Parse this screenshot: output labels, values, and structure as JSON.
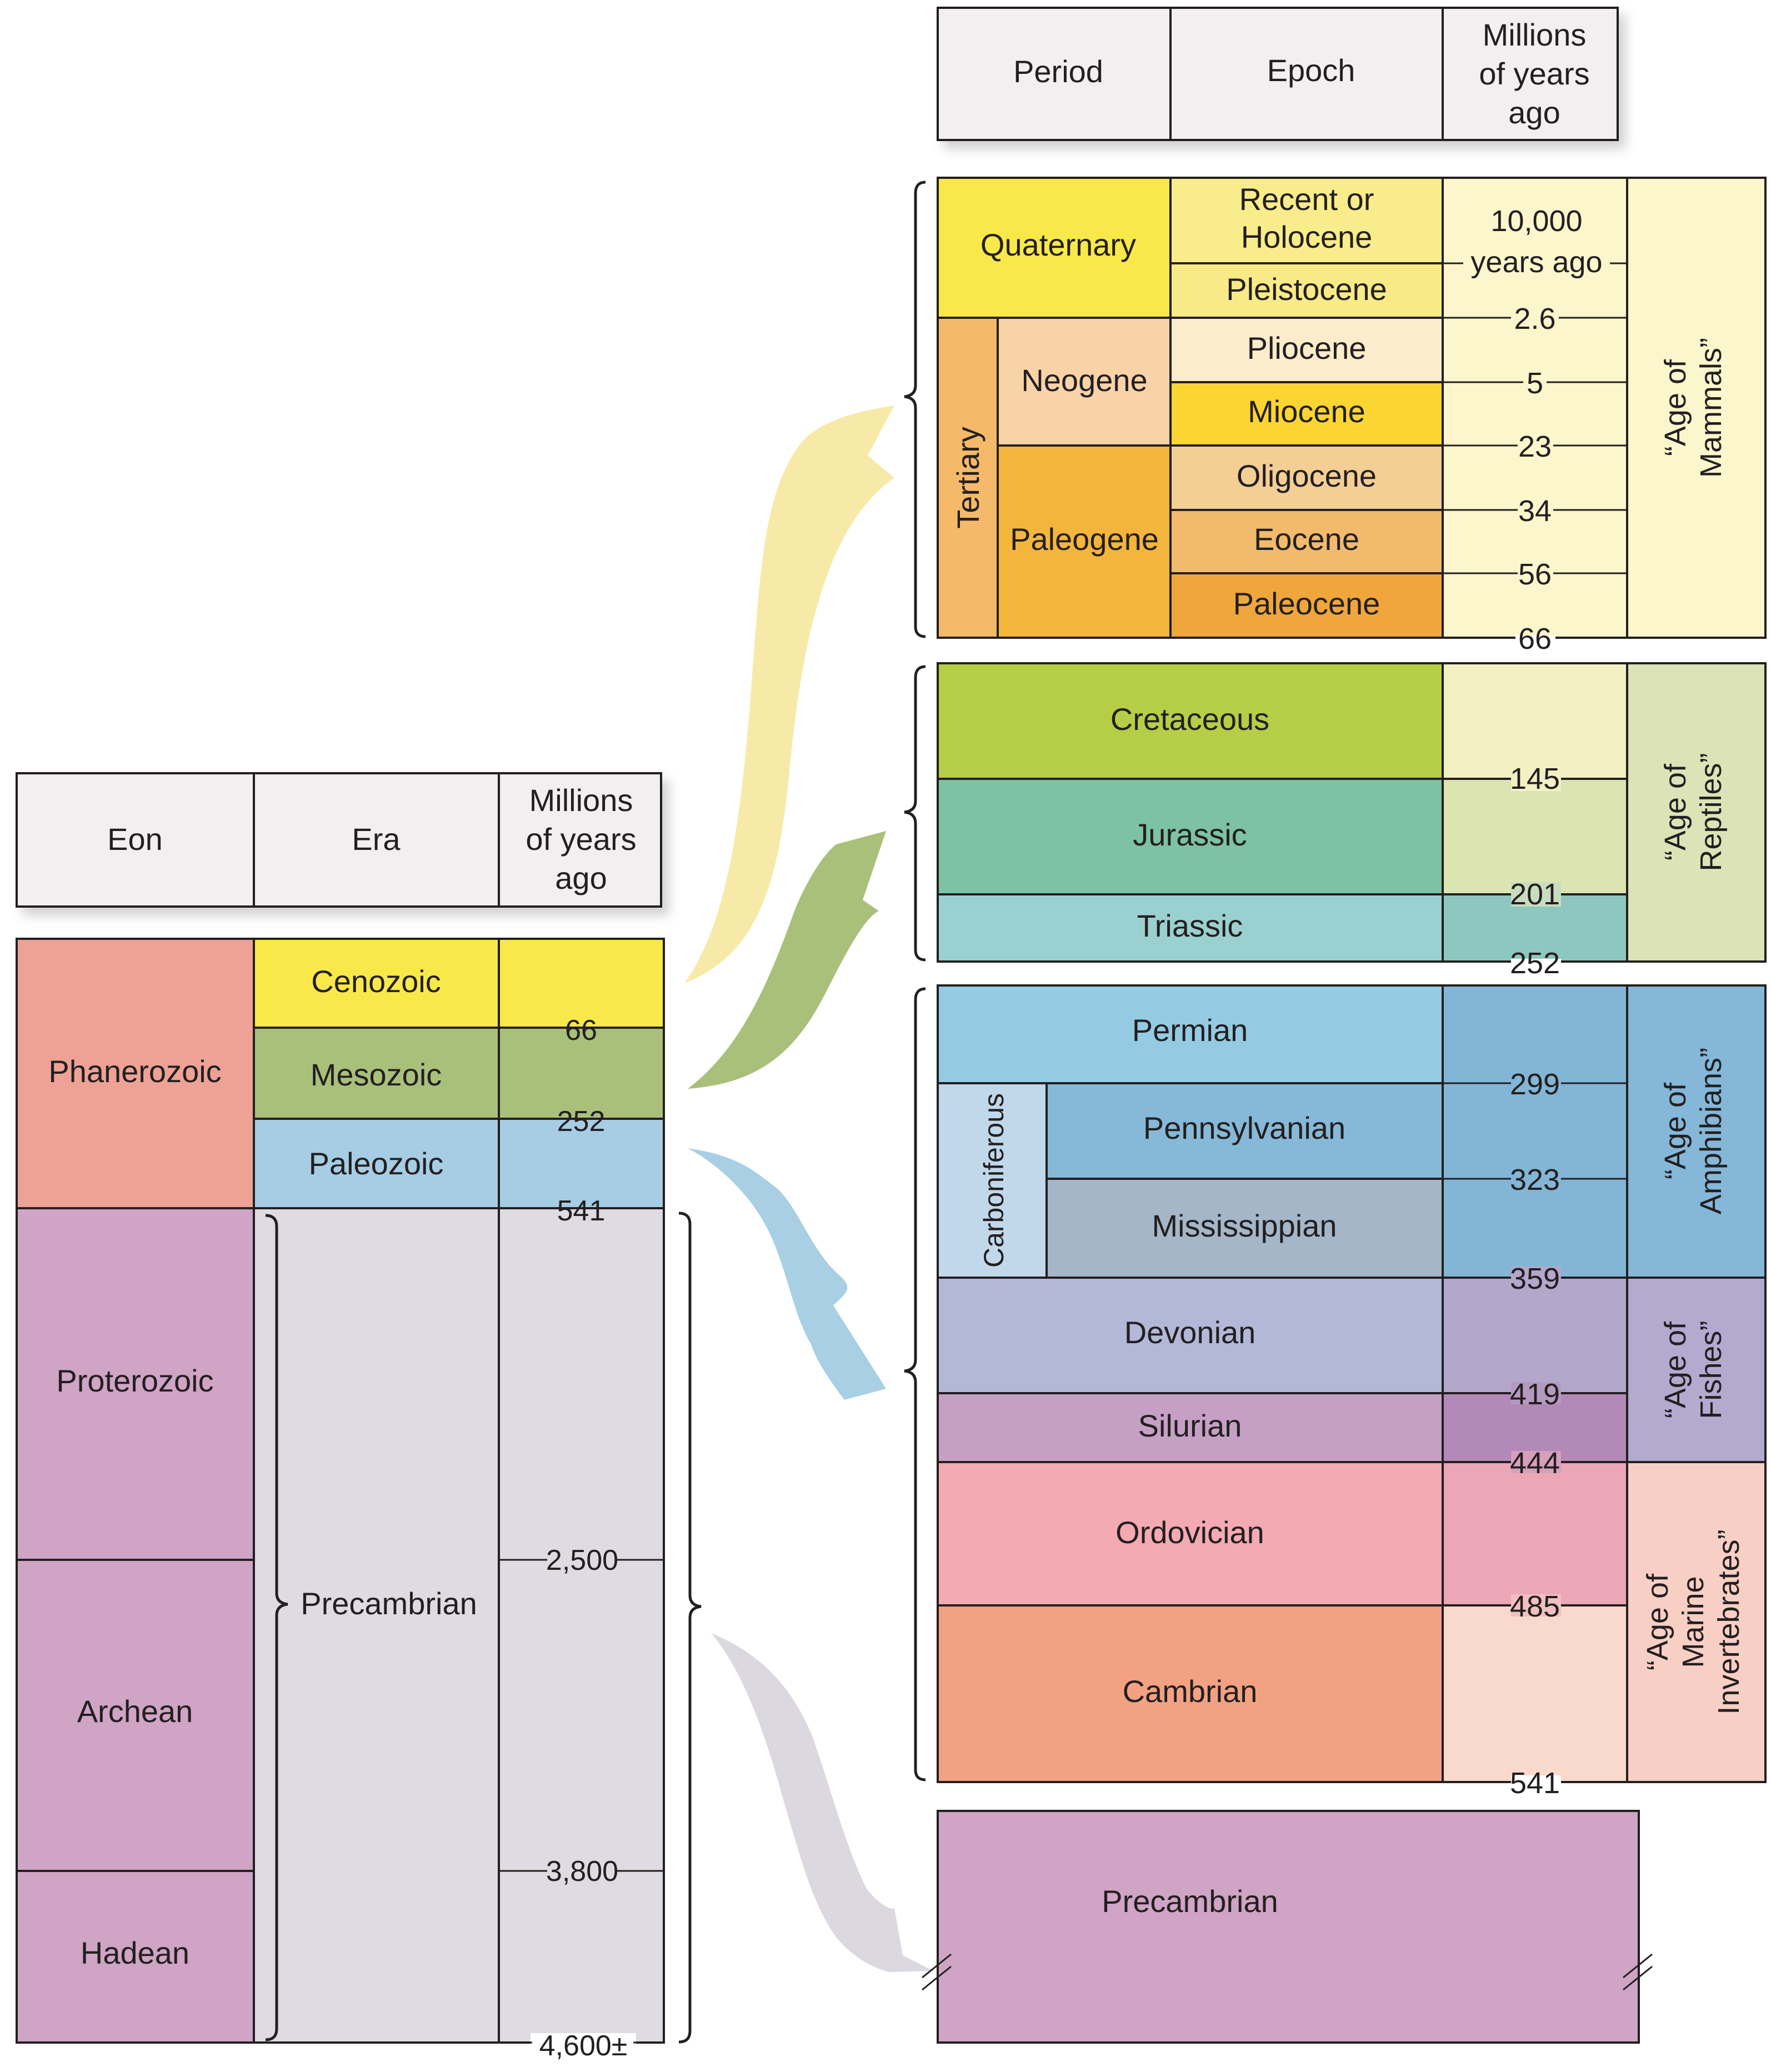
{
  "left_table": {
    "headers": [
      "Eon",
      "Era",
      "Millions",
      "of years",
      "ago"
    ],
    "eons": [
      {
        "label": "Phanerozoic",
        "color": "#eda295"
      },
      {
        "label": "Proterozoic",
        "color": "#cfa4c5"
      },
      {
        "label": "Archean",
        "color": "#cfa4c5"
      },
      {
        "label": "Hadean",
        "color": "#cfa4c5"
      }
    ],
    "eras": [
      {
        "label": "Cenozoic",
        "color": "#f8e84a"
      },
      {
        "label": "Mesozoic",
        "color": "#a9c07a"
      },
      {
        "label": "Paleozoic",
        "color": "#a6cde3"
      },
      {
        "label": "Precambrian",
        "color": "#dfdbe2"
      }
    ],
    "boundaries": [
      "66",
      "252",
      "541",
      "2,500",
      "3,800",
      "4,600±"
    ]
  },
  "right_table": {
    "headers": [
      "Period",
      "Epoch",
      "Millions",
      "of years",
      "ago"
    ],
    "cenozoic": {
      "periods": {
        "quaternary": "Quaternary",
        "tertiary": "Tertiary",
        "neogene": "Neogene",
        "paleogene": "Paleogene"
      },
      "epochs": [
        "Recent or",
        "Holocene",
        "Pleistocene",
        "Pliocene",
        "Miocene",
        "Oligocene",
        "Eocene",
        "Paleocene"
      ],
      "dates": [
        "10,000",
        "years ago",
        "2.6",
        "5",
        "23",
        "34",
        "56",
        "66"
      ],
      "age_label": [
        "“Age of",
        "Mammals”"
      ],
      "colors": {
        "quaternary": "#f8e84a",
        "tertiary": "#f5b96a",
        "neogene": "#f8d3a8",
        "paleogene": "#f4b53c",
        "holocene": "#f9ec8a",
        "pleistocene": "#f8ea87",
        "pliocene": "#fbeccb",
        "miocene": "#fbd532",
        "oligocene": "#f4cf95",
        "eocene": "#f1ba6d",
        "paleocene": "#eea63d",
        "dates_bg": "#fbf6cc",
        "age_bg": "#fbf6cc"
      }
    },
    "mesozoic": {
      "periods": [
        "Cretaceous",
        "Jurassic",
        "Triassic"
      ],
      "dates": [
        "145",
        "201",
        "252"
      ],
      "age_label": [
        "“Age of",
        "Reptiles”"
      ],
      "colors": {
        "cretaceous": "#b5ce46",
        "jurassic": "#7dc2a2",
        "triassic": "#9bd0d0",
        "dates1": "#f3f1c3",
        "dates2": "#dce4b2",
        "dates3": "#8ec7bf",
        "age_bg": "#dce4b7"
      }
    },
    "paleozoic": {
      "periods": [
        "Permian",
        "Carboniferous",
        "Pennsylvanian",
        "Mississippian",
        "Devonian",
        "Silurian",
        "Ordovician",
        "Cambrian"
      ],
      "dates": [
        "299",
        "323",
        "359",
        "419",
        "444",
        "485",
        "541"
      ],
      "age_labels": {
        "amphibians": [
          "“Age of",
          "Amphibians”"
        ],
        "fishes": [
          "“Age of",
          "Fishes”"
        ],
        "marine": [
          "“Age of",
          "Marine",
          "Invertebrates”"
        ]
      },
      "colors": {
        "permian": "#94cbe2",
        "carboniferous": "#c0d8ea",
        "pennsylvanian": "#86b8d8",
        "mississippian": "#a4b6c7",
        "devonian": "#b3b8d8",
        "silurian": "#c6a0c4",
        "ordovician": "#f3aab3",
        "cambrian": "#f2a283",
        "dates_amph": "#83b6d6",
        "dates_dev": "#b3a7cb",
        "dates_sil": "#b289b8",
        "dates_ord": "#eba7b6",
        "dates_cam": "#f8d9cc",
        "age_amph": "#84b7d8",
        "age_fish": "#b3aad0",
        "age_marine": "#f8cfc4"
      }
    },
    "precambrian": {
      "label": "Precambrian",
      "color": "#cfa4c5"
    }
  },
  "arrows": {
    "cenozoic": "#f6e8a0",
    "mesozoic": "#a9c07a",
    "paleozoic": "#a8cfe3",
    "precambrian": "#dcd8e0"
  }
}
